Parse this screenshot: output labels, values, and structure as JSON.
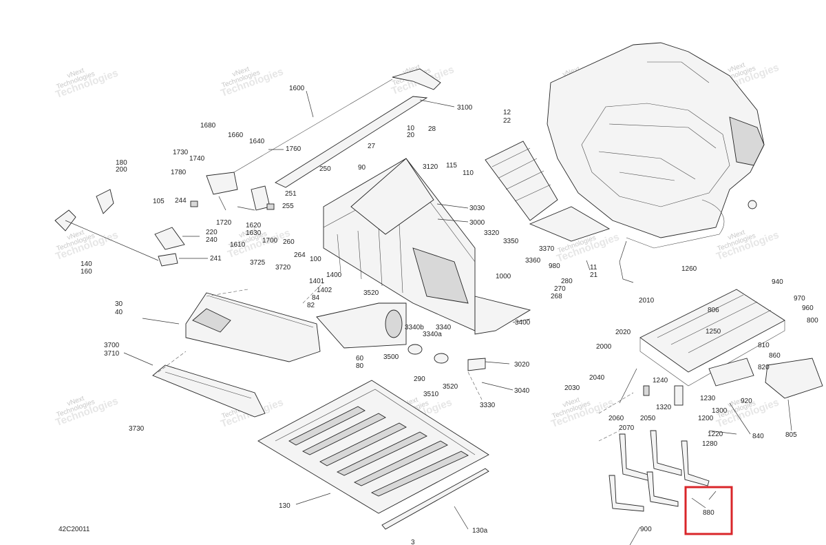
{
  "diagram_code": "42C20011",
  "watermark": {
    "line1": "vNext",
    "line2": "Technologies",
    "faint": "Technologies"
  },
  "highlight": {
    "label": "880",
    "color": "#d9262a"
  },
  "labels": {
    "l1600": "1600",
    "l3100": "3100",
    "l1680": "1680",
    "l1660": "1660",
    "l1640": "1640",
    "l1760": "1760",
    "l1730": "1730",
    "l1740": "1740",
    "l1780": "1780",
    "l180": "180",
    "l200": "200",
    "l105": "105",
    "l244": "244",
    "l1720": "1720",
    "l1620": "1620",
    "l1630": "1630",
    "l1610": "1610",
    "l1700": "1700",
    "l220": "220",
    "l240": "240",
    "l241": "241",
    "l140": "140",
    "l160": "160",
    "l10": "10",
    "l20": "20",
    "l28": "28",
    "l27": "27",
    "l250": "250",
    "l90": "90",
    "l3120": "3120",
    "l115": "115",
    "l110": "110",
    "l251": "251",
    "l255": "255",
    "l3030": "3030",
    "l3000": "3000",
    "l260": "260",
    "l264": "264",
    "l100": "100",
    "l3320": "3320",
    "l3350": "3350",
    "l3370": "3370",
    "l3360": "3360",
    "l980": "980",
    "l1000": "1000",
    "l280": "280",
    "l270": "270",
    "l268": "268",
    "l12": "12",
    "l22": "22",
    "l11": "11",
    "l21": "21",
    "l3725": "3725",
    "l3720": "3720",
    "l1400": "1400",
    "l1401": "1401",
    "l1402": "1402",
    "l84": "84",
    "l82": "82",
    "l3520": "3520",
    "l3340b": "3340b",
    "l3340": "3340",
    "l3340a": "3340a",
    "l3400": "3400",
    "l30": "30",
    "l40": "40",
    "l3700": "3700",
    "l3710": "3710",
    "l60": "60",
    "l80": "80",
    "l3500": "3500",
    "l290": "290",
    "l3520b": "3520",
    "l3510": "3510",
    "l3020": "3020",
    "l3040": "3040",
    "l3330": "3330",
    "l3730": "3730",
    "l130": "130",
    "l130a": "130a",
    "l1260": "1260",
    "l940": "940",
    "l970": "970",
    "l960": "960",
    "l800": "800",
    "l2010": "2010",
    "l806": "806",
    "l1250": "1250",
    "l2020": "2020",
    "l810": "810",
    "l2000": "2000",
    "l860": "860",
    "l820": "820",
    "l2040": "2040",
    "l1240": "1240",
    "l2030": "2030",
    "l1230": "1230",
    "l920": "920",
    "l1320": "1320",
    "l1300": "1300",
    "l2060": "2060",
    "l2050": "2050",
    "l1200": "1200",
    "l2070": "2070",
    "l1220": "1220",
    "l840": "840",
    "l805": "805",
    "l1280": "1280",
    "l880": "880",
    "l900": "900",
    "l3": "3"
  }
}
